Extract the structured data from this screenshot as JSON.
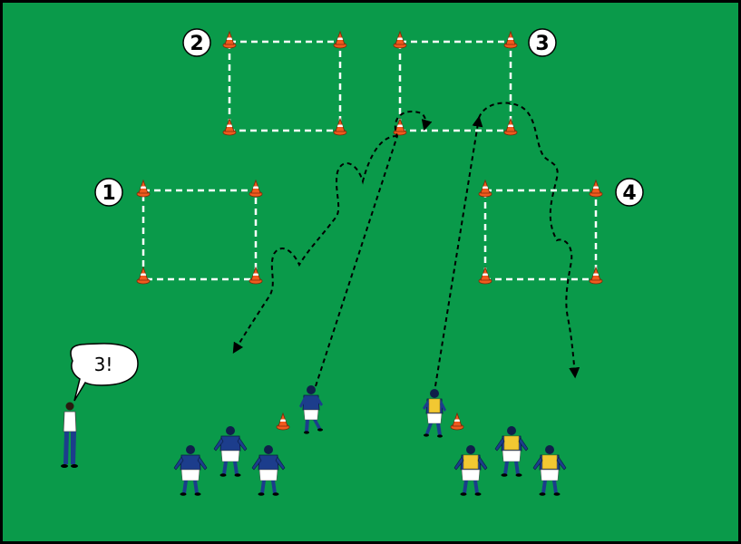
{
  "drill": {
    "coach_call": "3!",
    "squares": [
      {
        "label": "1"
      },
      {
        "label": "2"
      },
      {
        "label": "3"
      },
      {
        "label": "4"
      }
    ]
  },
  "colors": {
    "pitch": "#0a9a4a",
    "border": "#000000",
    "cone": "#f05a1e",
    "team_blue": "#1c3d8c",
    "bib_yellow": "#f2c832",
    "shorts": "#ffffff",
    "square_line": "#ffffff",
    "run_line": "#000000"
  }
}
